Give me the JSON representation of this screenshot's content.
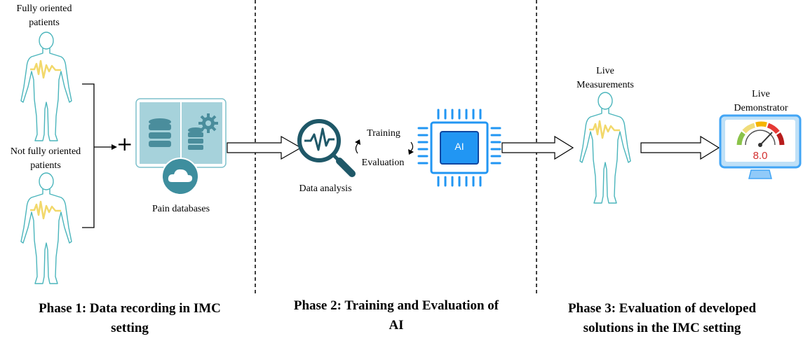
{
  "phase1": {
    "title_line1": "Phase 1: Data recording in IMC",
    "title_line2": "setting",
    "group1_line1": "Fully oriented",
    "group1_line2": "patients",
    "group2_line1": "Not fully oriented",
    "group2_line2": "patients",
    "plus": "+",
    "db_label": "Pain databases"
  },
  "phase2": {
    "title_line1": "Phase 2: Training and Evaluation of",
    "title_line2": "AI",
    "analysis_label": "Data analysis",
    "training_label": "Training",
    "evaluation_label": "Evaluation",
    "chip_label": "AI"
  },
  "phase3": {
    "title_line1": "Phase 3: Evaluation of developed",
    "title_line2": "solutions in the IMC setting",
    "live_meas_line1": "Live",
    "live_meas_line2": "Measurements",
    "live_demo_line1": "Live",
    "live_demo_line2": "Demonstrator",
    "gauge_value": "8.0"
  },
  "colors": {
    "body_outline": "#4bb5bc",
    "ecg_yellow": "#f2d86a",
    "db_panel": "#a6d2db",
    "db_icon": "#4a8d9c",
    "chip_blue": "#2196f3",
    "monitor_blue": "#42a5f5",
    "gauge_value_red": "#d32f2f"
  }
}
